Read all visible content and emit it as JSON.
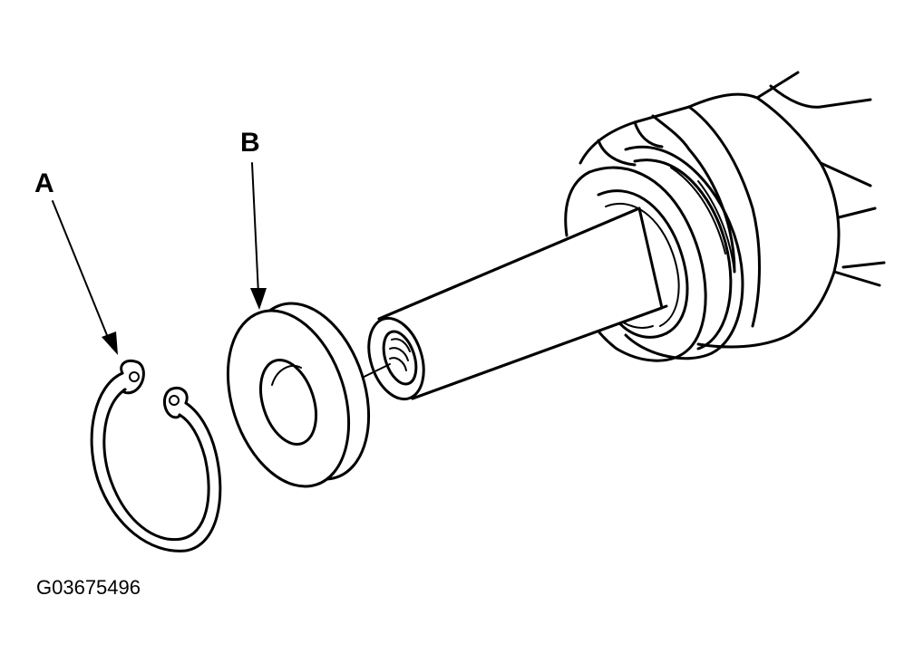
{
  "labels": {
    "a": "A",
    "b": "B"
  },
  "figure_id": "G03675496"
}
